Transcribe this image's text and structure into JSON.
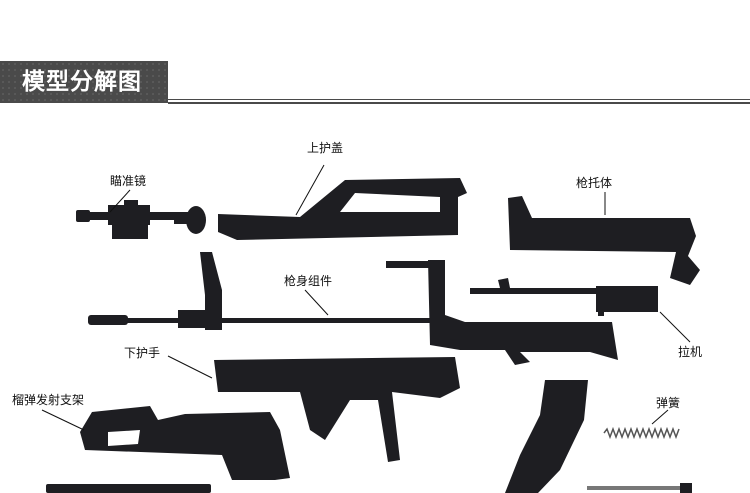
{
  "header": {
    "title": "模型分解图",
    "banner_color": "#4a4a4a",
    "title_color": "#ffffff"
  },
  "diagram": {
    "part_color": "#1e1e22",
    "labels": [
      {
        "id": "scope",
        "text": "瞄准镜"
      },
      {
        "id": "upper_cover",
        "text": "上护盖"
      },
      {
        "id": "stock",
        "text": "枪托体"
      },
      {
        "id": "barrel_assembly",
        "text": "枪身组件"
      },
      {
        "id": "lower_handguard",
        "text": "下护手"
      },
      {
        "id": "charging_handle",
        "text": "拉机"
      },
      {
        "id": "grenade_launcher_mount",
        "text": "榴弹发射支架"
      },
      {
        "id": "spring",
        "text": "弹簧"
      }
    ]
  }
}
